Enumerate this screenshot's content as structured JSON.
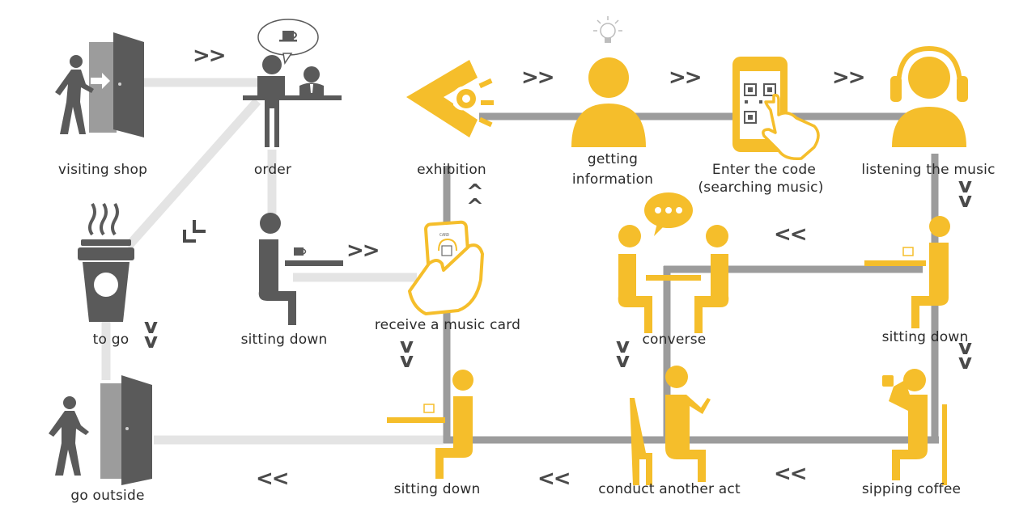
{
  "colors": {
    "accent": "#F5BE2B",
    "dark": "#5A5A5A",
    "path_light": "#E4E4E4",
    "path_mid": "#9C9C9C",
    "text": "#2B2B2B"
  },
  "labels": {
    "visiting_shop": "visiting shop",
    "order": "order",
    "exhibition": "exhibition",
    "getting_information_1": "getting",
    "getting_information_2": "information",
    "enter_code_1": "Enter the code",
    "enter_code_2": "(searching music)",
    "listening_music": "listening the music",
    "to_go": "to go",
    "sitting_down_left": "sitting down",
    "receive_music_card": "receive a music card",
    "converse": "converse",
    "sitting_down_right": "sitting down",
    "go_outside": "go outside",
    "sitting_down_bottom": "sitting down",
    "conduct_another_act": "conduct another act",
    "sipping_coffee": "sipping coffee"
  },
  "arrows": {
    "right": ">>",
    "left": "<<",
    "down": "v",
    "up": "^"
  },
  "card_text": "CARD",
  "icons": [
    "door-enter-icon",
    "person-walking-icon",
    "speech-bubble-coffee-icon",
    "person-ordering-icon",
    "eye-icon",
    "lightbulb-icon",
    "person-icon",
    "phone-qr-hand-icon",
    "headphones-person-icon",
    "takeaway-cup-icon",
    "person-sitting-icon",
    "music-card-hand-icon",
    "chat-bubble-icon",
    "door-exit-icon",
    "person-writing-icon",
    "person-drinking-icon"
  ]
}
